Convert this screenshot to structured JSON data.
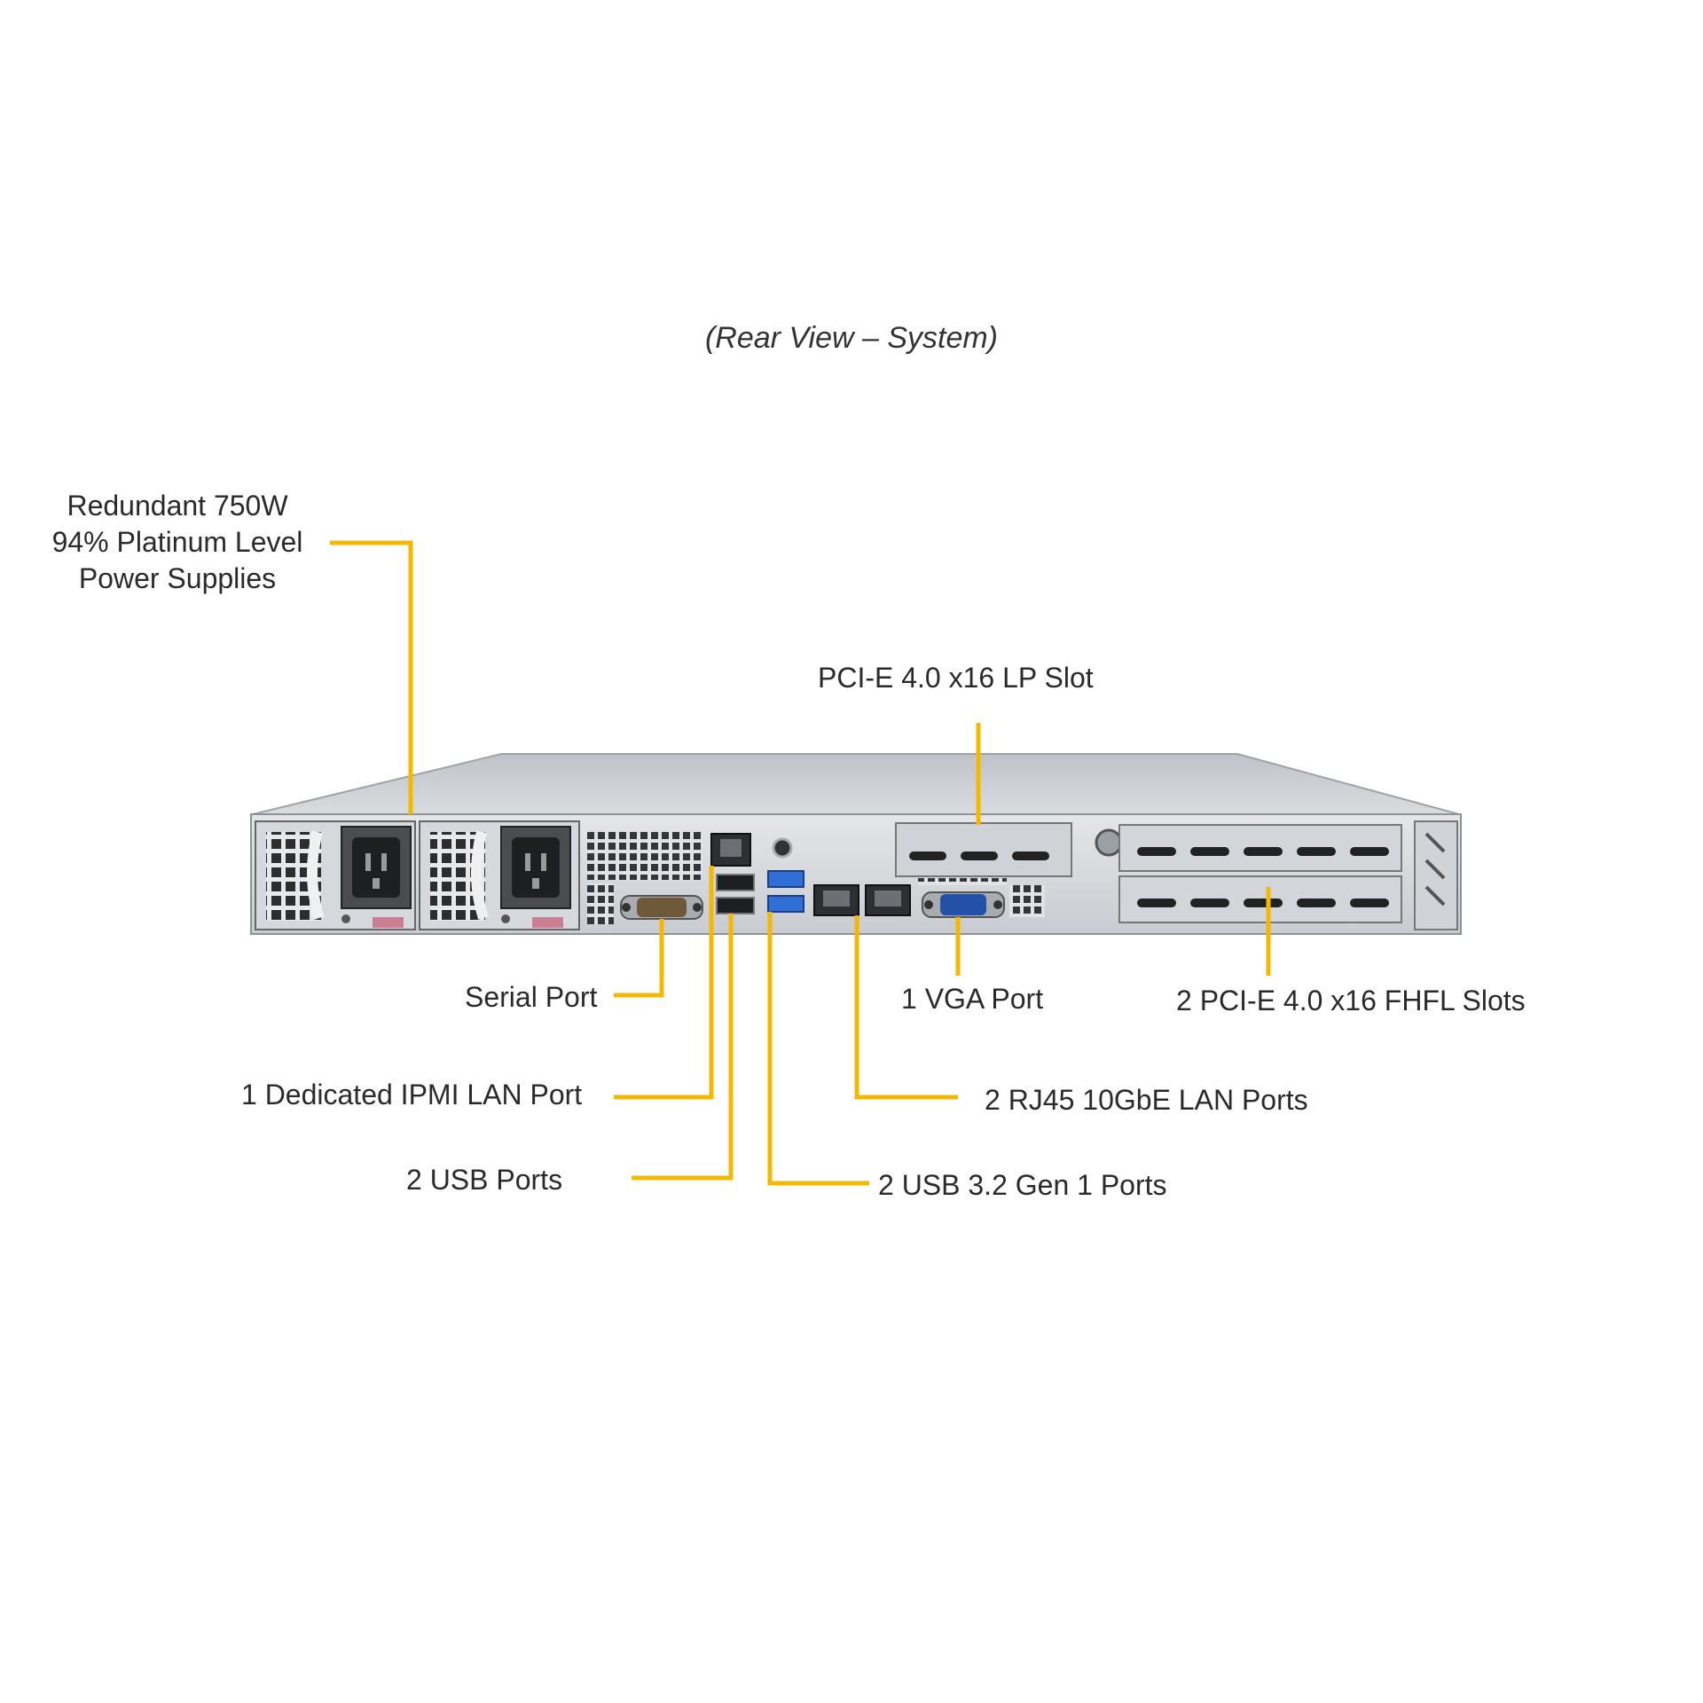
{
  "caption": "(Rear View – System)",
  "colors": {
    "callout": "#f5b800",
    "chassis_top": "#c9ccd1",
    "chassis_face": "#d7dade",
    "port_blue": "#2f6fd6",
    "background": "#ffffff"
  },
  "callouts": {
    "power_supplies": [
      "Redundant 750W",
      "94% Platinum Level",
      "Power Supplies"
    ],
    "lp_slot": "PCI-E 4.0 x16 LP Slot",
    "serial_port": "Serial Port",
    "vga_port": "1 VGA Port",
    "fhfl_slots": "2 PCI-E 4.0 x16 FHFL Slots",
    "ipmi_lan": "1 Dedicated IPMI LAN Port",
    "rj45_lan": "2 RJ45 10GbE LAN Ports",
    "usb_ports": "2 USB Ports",
    "usb32_ports": "2 USB 3.2 Gen 1 Ports"
  }
}
